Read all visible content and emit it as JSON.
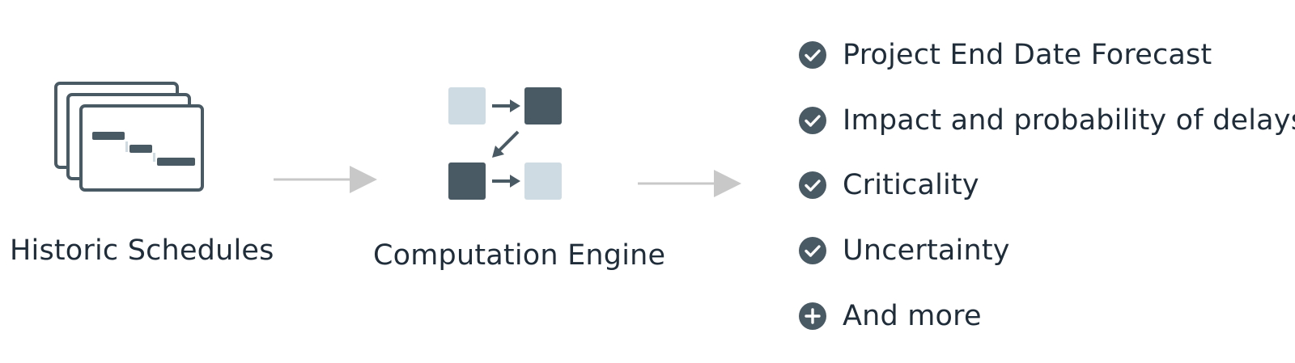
{
  "diagram": {
    "source": {
      "label": "Historic Schedules",
      "icon": "stacked-gantt-schedules-icon"
    },
    "engine": {
      "label": "Computation Engine",
      "icon": "computation-engine-icon"
    },
    "outputs": [
      {
        "label": "Project End Date Forecast",
        "icon": "check-circle-icon"
      },
      {
        "label": "Impact and probability of delays",
        "icon": "check-circle-icon"
      },
      {
        "label": "Criticality",
        "icon": "check-circle-icon"
      },
      {
        "label": "Uncertainty",
        "icon": "check-circle-icon"
      },
      {
        "label": "And more",
        "icon": "plus-circle-icon"
      }
    ],
    "colors": {
      "dark": "#4a5a64",
      "light": "#cfdbe2",
      "arrow": "#c8c8c8",
      "text": "#1f2d3a"
    }
  }
}
